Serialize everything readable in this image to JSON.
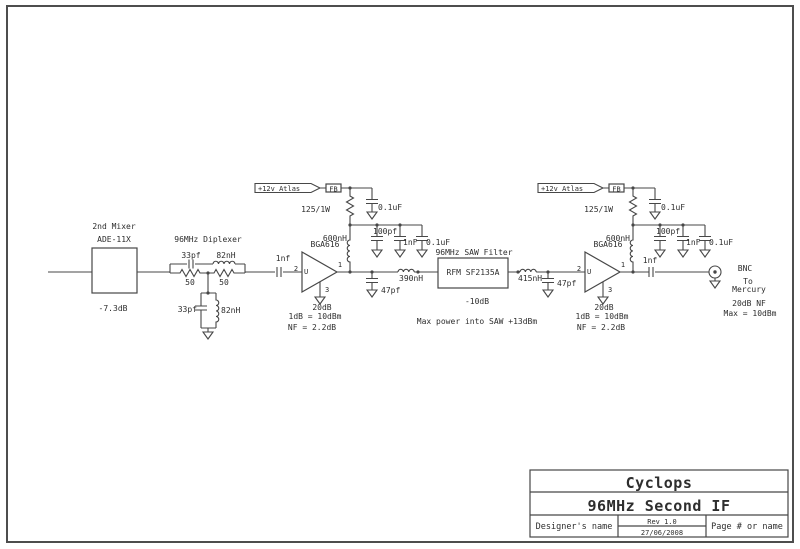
{
  "schematic": {
    "mixer": {
      "title": "2nd Mixer",
      "part": "ADE-11X",
      "loss": "-7.3dB"
    },
    "diplexer": {
      "title": "96MHz Diplexer",
      "c_series": "33pf",
      "l_series": "82nH",
      "r_left": "50",
      "r_right": "50",
      "c_shunt": "33pf",
      "l_shunt": "82nH"
    },
    "amp1": {
      "supply_flag": "+12v Atlas",
      "ferrite_bead": "FB",
      "r_bias": "125/1W",
      "c_decouple": "0.1uF",
      "c_row1": "100pf",
      "c_row2": "1nF",
      "c_row3": "0.1uF",
      "l_choke": "600nH",
      "c_in": "1nf",
      "part": "BGA616",
      "pin_in": "2",
      "pin_out": "1",
      "pin_gnd": "3",
      "refdes": "U",
      "gain": "20dB",
      "p1db": "1dB = 10dBm",
      "nf": "NF = 2.2dB",
      "c_out": "47pf",
      "l_out": "390nH"
    },
    "saw": {
      "title": "96MHz SAW Filter",
      "part": "RFM SF2135A",
      "loss": "-10dB",
      "note": "Max power into SAW +13dBm",
      "l_out": "415nH",
      "c_out": "47pf"
    },
    "amp2": {
      "supply_flag": "+12v Atlas",
      "ferrite_bead": "FB",
      "r_bias": "125/1W",
      "c_decouple": "0.1uF",
      "c_row1": "100pf",
      "c_row2": "1nF",
      "c_row3": "0.1uF",
      "l_choke": "600nH",
      "part": "BGA616",
      "pin_in": "2",
      "pin_out": "1",
      "pin_gnd": "3",
      "refdes": "U",
      "gain": "20dB",
      "p1db": "1dB = 10dBm",
      "nf": "NF = 2.2dB",
      "c_out": "1nf"
    },
    "output": {
      "connector": "BNC",
      "dest_line1": "To",
      "dest_line2": "Mercury",
      "nf": "20dB NF",
      "max": "Max = 10dBm"
    }
  },
  "title_block": {
    "project": "Cyclops",
    "sheet_title": "96MHz Second IF",
    "designer": "Designer's name",
    "rev": "Rev 1.0",
    "date": "27/06/2008",
    "page": "Page # or name"
  }
}
